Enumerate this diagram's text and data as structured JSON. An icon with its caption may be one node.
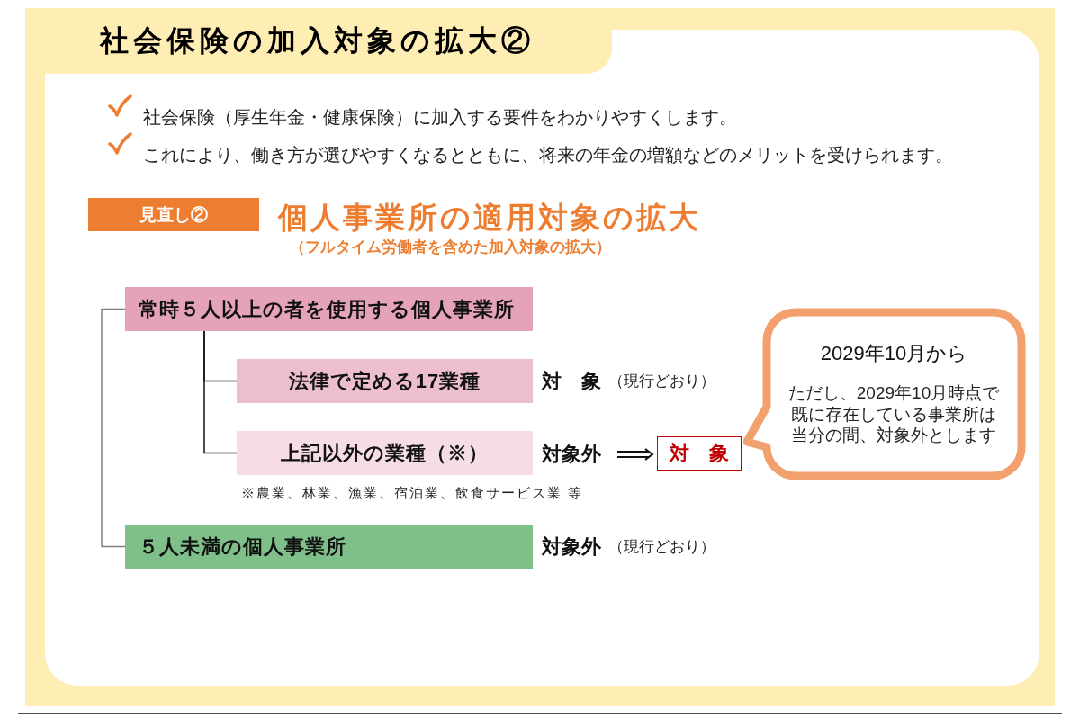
{
  "diagram": {
    "title": "社会保険の加入対象の拡大②",
    "nodes": [
      {
        "text": [
          "見直し②"
        ]
      },
      {
        "text": [
          "常時５人以上の者を使用する個人事業所"
        ]
      },
      {
        "text": [
          "法律で定める17業種"
        ],
        "beside": [
          "対　象",
          "（現行どおり）"
        ]
      },
      {
        "text": [
          "上記以外の業種（※）"
        ]
      },
      {
        "text": [
          "対象外"
        ]
      },
      {
        "text": [
          "対　象"
        ]
      },
      {
        "text": [
          "2029年10月から",
          "ただし、2029年10月時点で既に存在している事業所は当分の間、対象外とします"
        ]
      },
      {
        "text": [
          "５人未満の個人事業所"
        ],
        "beside": [
          "対象外",
          "（現行どおり）"
        ]
      }
    ],
    "edges": [
      {
        "from": 1,
        "to": 2,
        "arrow": "none"
      },
      {
        "from": 1,
        "to": 3,
        "arrow": "none"
      },
      {
        "from": 4,
        "to": 5,
        "arrow": "to"
      },
      {
        "from": 1,
        "to": 7,
        "arrow": "none",
        "color": "#7f7f7f"
      }
    ],
    "labels": [
      "社会保険（厚生年金・健康保険）に加入する要件をわかりやすくします。",
      "これにより、働き方が選びやすくなるとともに、将来の年金の増額などのメリットを受けられます。",
      "個人事業所の適用対象の拡大",
      "（フルタイム労働者を含めた加入対象の拡大）",
      "※農業、林業、漁業、宿泊業、飲食サービス業 等"
    ]
  }
}
